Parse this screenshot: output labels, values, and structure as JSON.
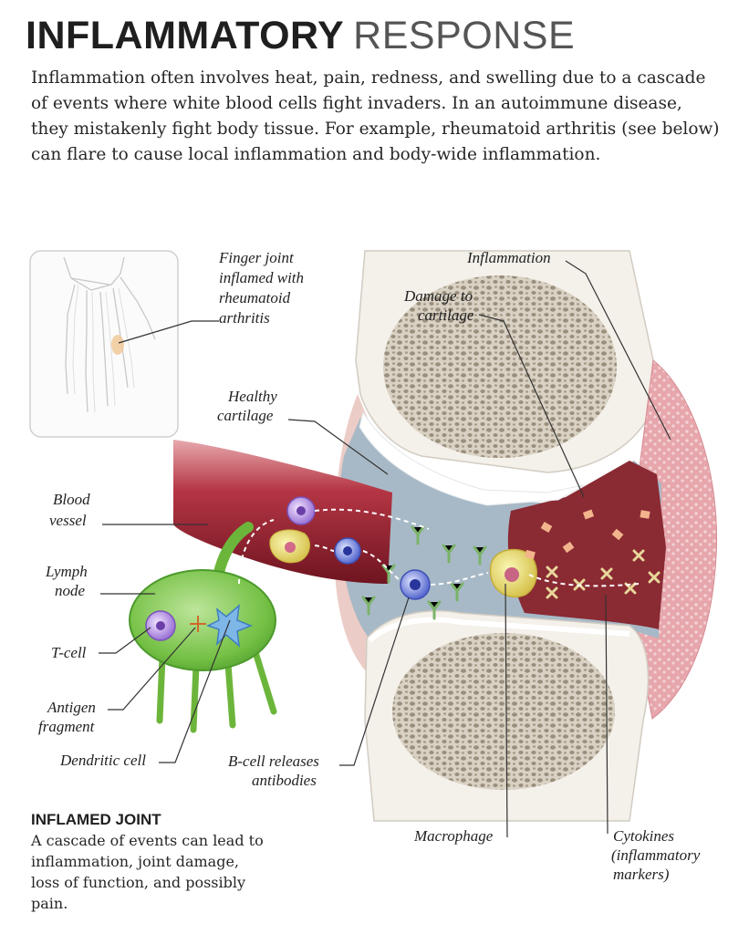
{
  "header": {
    "title_bold": "INFLAMMATORY",
    "title_light": "RESPONSE",
    "intro": "Inflammation often involves heat, pain, redness, and swelling due to a cascade of events where white blood cells fight invaders. In an autoimmune disease, they mistakenly fight body tissue. For example, rheumatoid arthritis (see below) can flare to cause local inflammation and body-wide inflammation."
  },
  "labels": {
    "finger_joint": [
      "Finger joint",
      "inflamed with",
      "rheumatoid",
      "arthritis"
    ],
    "inflammation": "Inflammation",
    "damage_cartilage": [
      "Damage to",
      "cartilage"
    ],
    "healthy_cartilage": [
      "Healthy",
      "cartilage"
    ],
    "blood_vessel": [
      "Blood",
      "vessel"
    ],
    "lymph_node": [
      "Lymph",
      "node"
    ],
    "t_cell": "T-cell",
    "antigen_fragment": [
      "Antigen",
      "fragment"
    ],
    "dendritic_cell": "Dendritic cell",
    "b_cell": [
      "B-cell releases",
      "antibodies"
    ],
    "macrophage": "Macrophage",
    "cytokines": [
      "Cytokines",
      "(inflammatory",
      "markers)"
    ]
  },
  "caption": {
    "title": "INFLAMED JOINT",
    "body": "A cascade of events can lead to inflammation, joint damage, loss of function, and possibly pain."
  }
}
